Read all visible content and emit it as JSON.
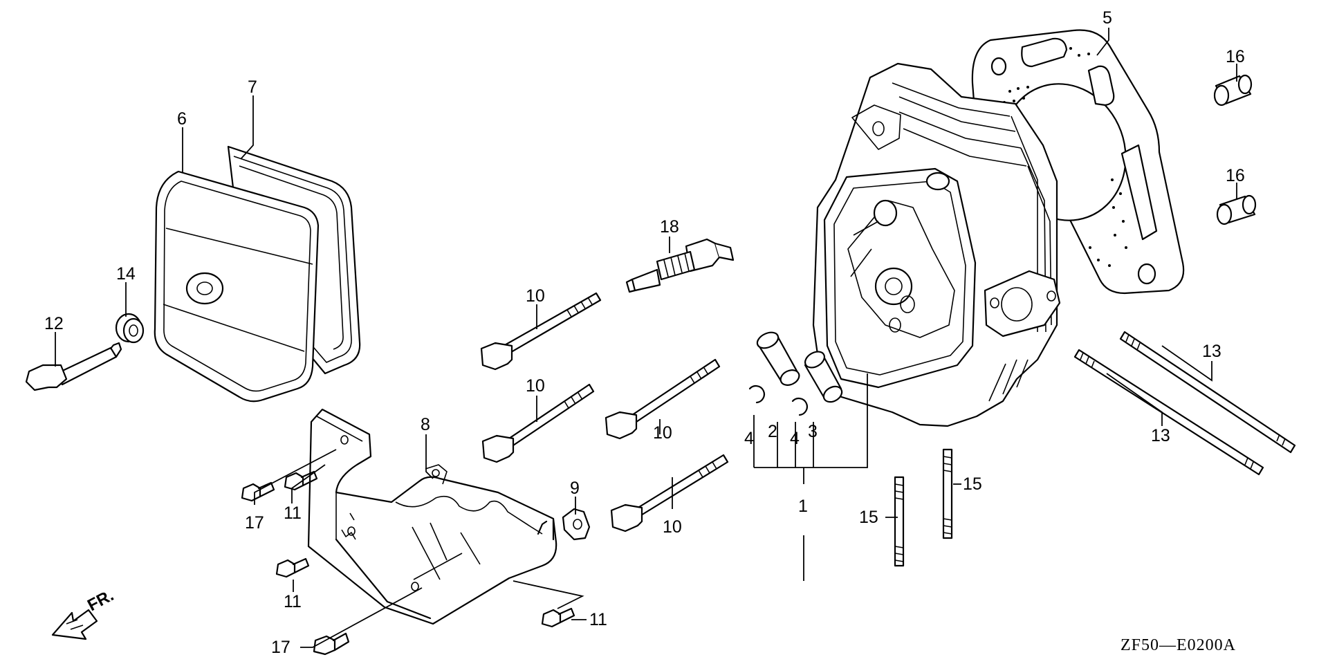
{
  "diagram": {
    "code": "ZF50—E0200A",
    "front_label": "FR."
  },
  "callouts": {
    "c1": "1",
    "c2": "2",
    "c3": "3",
    "c4a": "4",
    "c4b": "4",
    "c5": "5",
    "c6": "6",
    "c7": "7",
    "c8": "8",
    "c9": "9",
    "c10a": "10",
    "c10b": "10",
    "c10c": "10",
    "c10d": "10",
    "c11a": "11",
    "c11b": "11",
    "c11c": "11",
    "c12": "12",
    "c13a": "13",
    "c13b": "13",
    "c14": "14",
    "c15a": "15",
    "c15b": "15",
    "c16a": "16",
    "c16b": "16",
    "c17a": "17",
    "c17b": "17",
    "c18": "18"
  },
  "icons": {
    "front_arrow": "arrow-down-left-icon"
  }
}
